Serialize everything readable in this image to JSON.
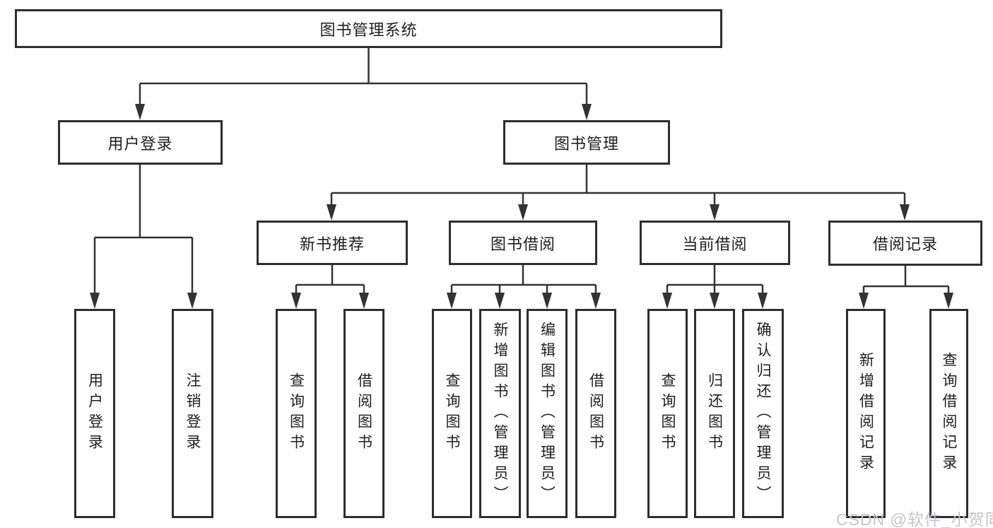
{
  "diagram_title": "图书管理系统",
  "colors": {
    "line": "#333333",
    "box_border": "#2e2e2e",
    "text": "#1e1e1e",
    "background": "#ffffff",
    "watermark": "#c6c6ca"
  },
  "tree": {
    "label": "图书管理系统",
    "children": [
      {
        "label": "用户登录",
        "children": [
          {
            "label": "用户登录"
          },
          {
            "label": "注销登录"
          }
        ]
      },
      {
        "label": "图书管理",
        "children": [
          {
            "label": "新书推荐",
            "children": [
              {
                "label": "查询图书"
              },
              {
                "label": "借阅图书"
              }
            ]
          },
          {
            "label": "图书借阅",
            "children": [
              {
                "label": "查询图书"
              },
              {
                "label": "新增图书（管理员）"
              },
              {
                "label": "编辑图书（管理员）"
              },
              {
                "label": "借阅图书"
              }
            ]
          },
          {
            "label": "当前借阅",
            "children": [
              {
                "label": "查询图书"
              },
              {
                "label": "归还图书"
              },
              {
                "label": "确认归还（管理员）"
              }
            ]
          },
          {
            "label": "借阅记录",
            "children": [
              {
                "label": "新增借阅记录"
              },
              {
                "label": "查询借阅记录"
              }
            ]
          }
        ]
      }
    ]
  },
  "watermark": {
    "text": "CSDN @软件_小贺同学"
  }
}
